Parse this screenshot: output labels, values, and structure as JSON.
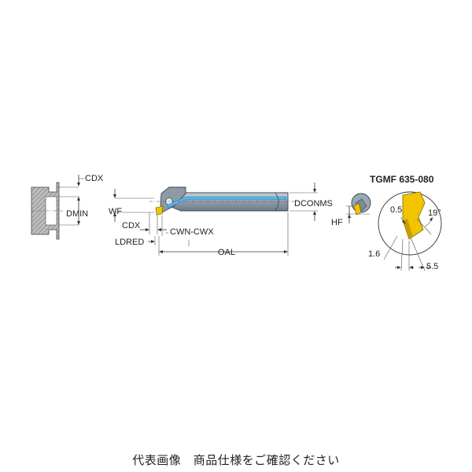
{
  "labels": {
    "cdx_top": "CDX",
    "dmin": "DMIN",
    "wf": "WF",
    "cdx_mid": "CDX",
    "ldred": "LDRED",
    "cwn_cwx": "CWN-CWX",
    "oal": "OAL",
    "dconms": "DCONMS",
    "hf": "HF",
    "insert_title": "TGMF 635-080",
    "dim_05": "0.5",
    "dim_19": "19°",
    "dim_16": "1.6",
    "dim_55": "5.5"
  },
  "caption": "代表画像　商品仕様をご確認ください",
  "colors": {
    "tool_body": "#9aa7b4",
    "coolant": "#3a9fd8",
    "insert": "#f2c400",
    "hatch": "#8a8a8a"
  }
}
